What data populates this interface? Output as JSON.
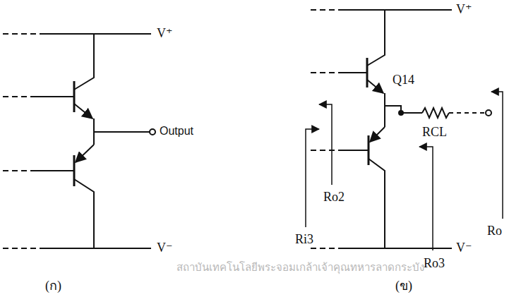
{
  "diagram": {
    "labels": [
      "V⁺",
      "Output",
      "V⁻",
      "(ก)",
      "V⁺",
      "Q14",
      "RCL",
      "Ri3",
      "Ro2",
      "Ro3",
      "Ro",
      "V⁻",
      "(ข)",
      "สถาบันเทคโนโลยีพระจอมเกล้าเจ้าคุณทหารลาดกระบัง"
    ]
  }
}
